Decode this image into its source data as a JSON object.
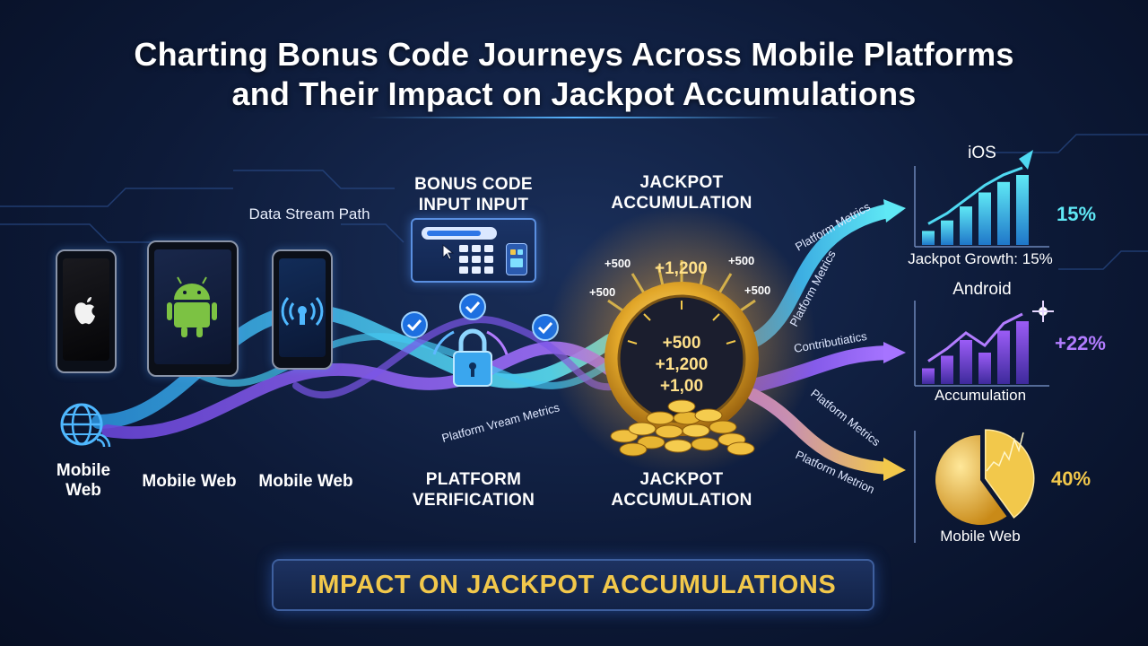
{
  "title": {
    "line1": "Charting Bonus Code Journeys Across Mobile Platforms",
    "line2": "and Their Impact on Jackpot Accumulations"
  },
  "labels": {
    "data_stream_path": "Data Stream Path",
    "bonus_code_input": [
      "BONUS CODE",
      "INPUT INPUT"
    ],
    "jackpot_top": [
      "JACKPOT",
      "ACCUMULATION"
    ],
    "platform_verification": [
      "PLATFORM",
      "VERIFICATION"
    ],
    "jackpot_bottom": [
      "JACKPOT",
      "ACCUMULATION"
    ],
    "mobile_web_globe": [
      "Mobile",
      "Web"
    ],
    "mobile_web_tablet": "Mobile Web",
    "mobile_web_phone": "Mobile Web",
    "platform_vream_metrics": "Platform Vream Metrics"
  },
  "jackpot": {
    "floating": [
      "+500",
      "+1,200",
      "+500",
      "+500",
      "+500"
    ],
    "dial": [
      "+500",
      "+1,200",
      "+1,00"
    ]
  },
  "stream_labels": {
    "a": "Platform Metrics",
    "b": "Platform Metrics",
    "c": "Contributiatics",
    "d": "Platform Metrics",
    "e": "Platform Metrion"
  },
  "ios": {
    "name": "iOS",
    "percent": "15%",
    "caption": "Jackpot Growth: 15%",
    "bars": [
      0.2,
      0.35,
      0.55,
      0.75,
      0.9,
      1.0
    ]
  },
  "android": {
    "name": "Android",
    "percent": "+22%",
    "caption": "Accumulation",
    "bars": [
      0.25,
      0.45,
      0.7,
      0.5,
      0.85,
      1.0
    ]
  },
  "web": {
    "name": "Mobile Web",
    "percent": "40%",
    "pie_fraction": 0.4
  },
  "banner": "IMPACT ON JACKPOT ACCUMULATIONS",
  "colors": {
    "cyan": "#3fd7f0",
    "purple": "#9b5cf6",
    "gold": "#f2c84b",
    "android_green": "#7cc243"
  },
  "icons": [
    "apple-icon",
    "android-icon",
    "signal-icon",
    "globe-icon",
    "lock-icon",
    "check-icon",
    "cursor-icon",
    "keypad-icon"
  ]
}
